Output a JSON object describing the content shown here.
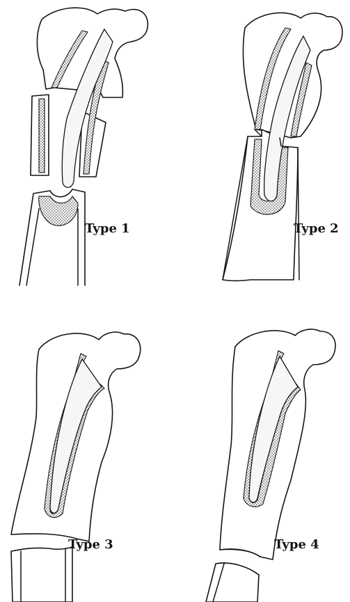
{
  "panels": [
    {
      "id": "type-1",
      "label": "Type 1"
    },
    {
      "id": "type-2",
      "label": "Type 2"
    },
    {
      "id": "type-3",
      "label": "Type 3"
    },
    {
      "id": "type-4",
      "label": "Type 4"
    }
  ],
  "colors": {
    "ink": "#141414",
    "background": "#ffffff",
    "cement_stipple": "#2a2a2a",
    "stem_fill": "#f6f6f6"
  }
}
